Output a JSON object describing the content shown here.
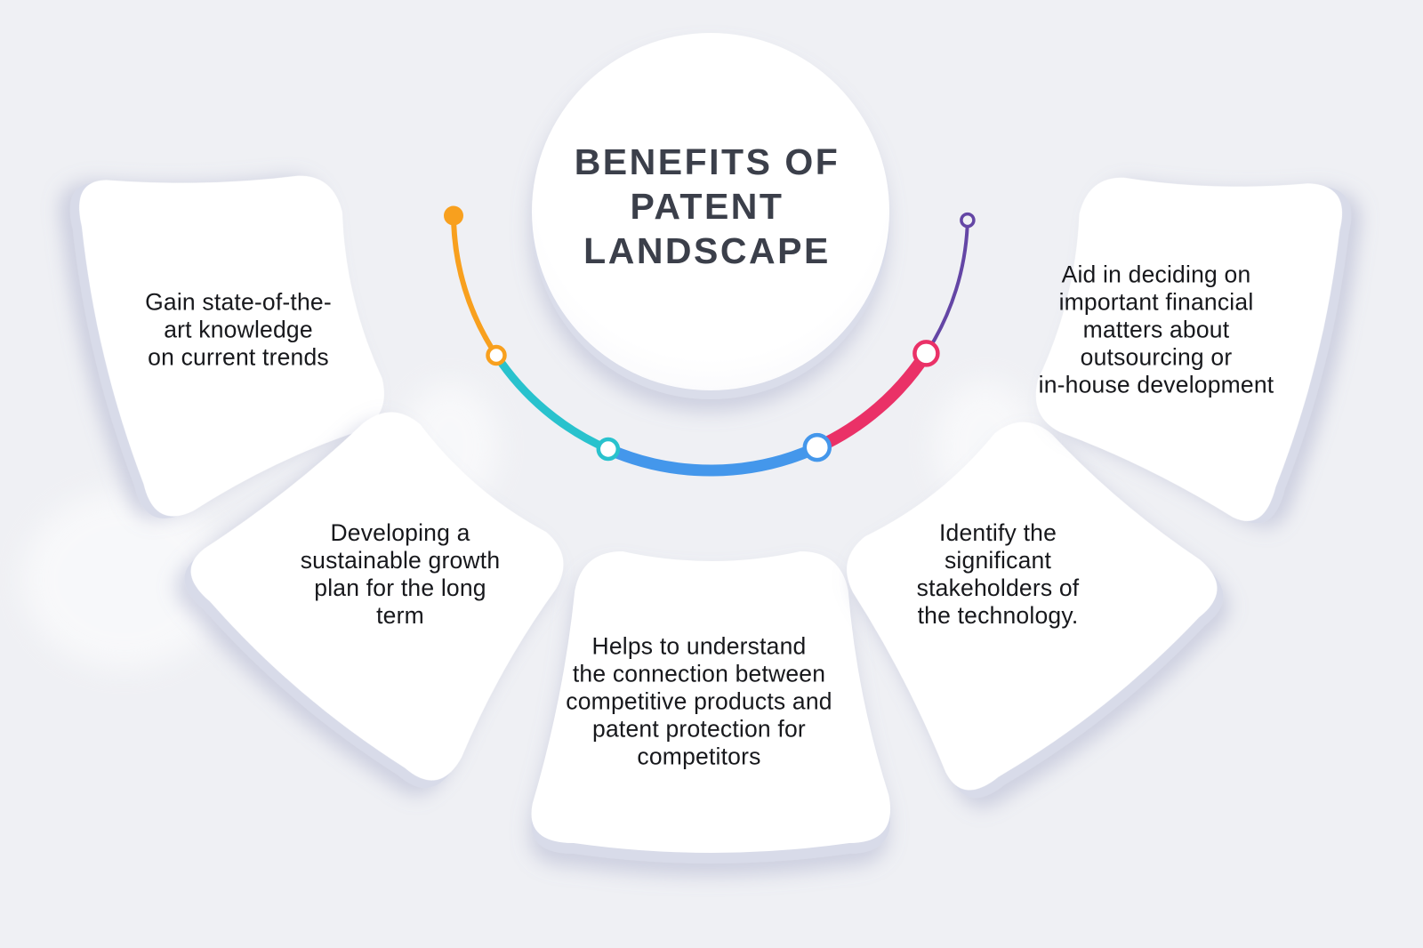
{
  "background_color": "#EFF0F4",
  "center": {
    "title": "BENEFITS OF PATENT LANDSCAPE",
    "title_lines": [
      "BENEFITS OF",
      "PATENT",
      "LANDSCAPE"
    ],
    "title_color": "#3B3F4A"
  },
  "benefits": [
    {
      "position": "left-top",
      "accent_color": "#F8A01E",
      "text": "Gain state-of-the-art knowledge on current trends",
      "lines": [
        "Gain state-of-the-",
        "art knowledge",
        "on current trends"
      ]
    },
    {
      "position": "left-bottom",
      "accent_color": "#29C2CD",
      "text": "Developing a sustainable growth plan for the long term",
      "lines": [
        "Developing a",
        "sustainable growth",
        "plan for the long",
        "term"
      ]
    },
    {
      "position": "bottom-center",
      "accent_color": "#4497EB",
      "text": "Helps to understand the connection between competitive products and patent protection for competitors",
      "lines": [
        "Helps to understand",
        "the connection between",
        "competitive products and",
        "patent protection for",
        "competitors"
      ]
    },
    {
      "position": "right-bottom",
      "accent_color": "#EA3167",
      "text": "Identify the significant stakeholders of the technology.",
      "lines": [
        "Identify the",
        "significant",
        "stakeholders of",
        "the technology."
      ]
    },
    {
      "position": "right-top",
      "accent_color": "#6446A5",
      "text": "Aid in deciding on important financial matters about outsourcing or in-house development",
      "lines": [
        "Aid in deciding on",
        "important financial",
        "matters about",
        "outsourcing or",
        "in-house development"
      ]
    }
  ]
}
